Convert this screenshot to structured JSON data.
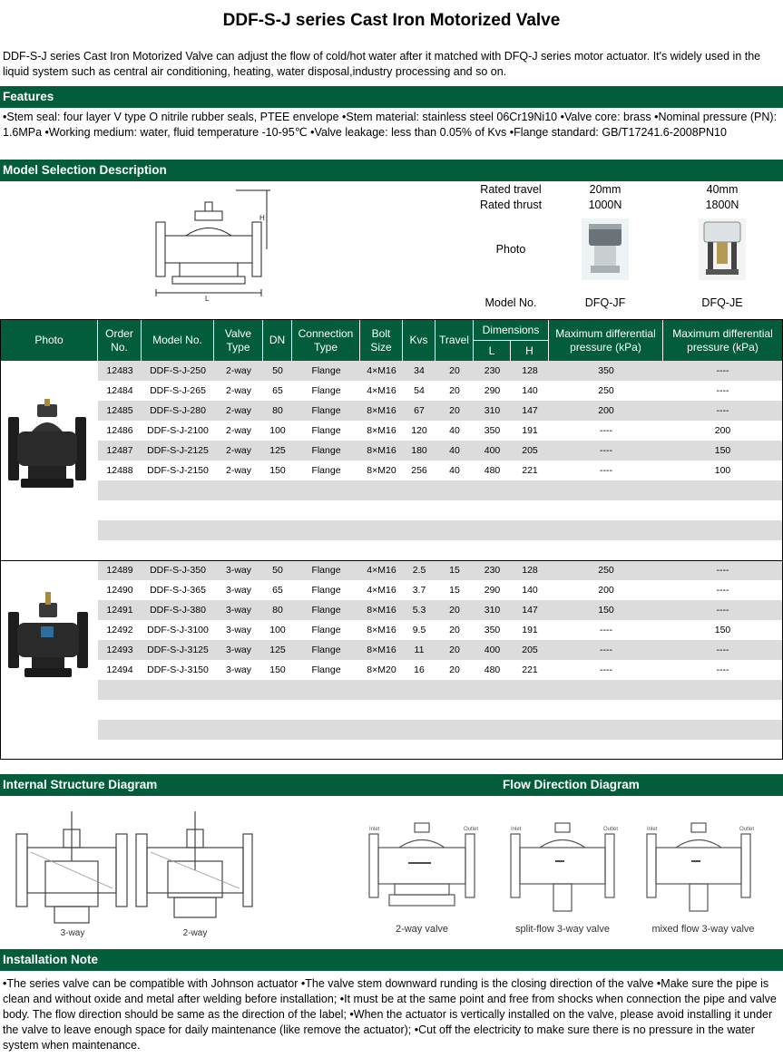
{
  "title": "DDF-S-J series Cast Iron Motorized Valve",
  "intro": "DDF-S-J series Cast Iron Motorized Valve can adjust the flow of cold/hot water after it matched with DFQ-J series motor actuator. It's widely used in the liquid system such as central air conditioning, heating, water disposal,industry processing and so on.",
  "sections": {
    "features": "Features",
    "model_selection": "Model Selection Description",
    "internal_structure": "Internal Structure Diagram",
    "flow_direction": "Flow Direction Diagram",
    "installation": "Installation Note"
  },
  "features_text": "•Stem seal: four layer V type O nitrile rubber seals, PTEE envelope  •Stem material: stainless steel 06Cr19Ni10  •Valve core: brass  •Nominal pressure (PN): 1.6MPa  •Working medium: water, fluid temperature -10-95℃  •Valve leakage: less than 0.05% of Kvs  •Flange standard: GB/T17241.6-2008PN10",
  "drawing_labels": {
    "length": "L",
    "height": "H"
  },
  "actuators": {
    "labels": {
      "travel": "Rated travel",
      "thrust": "Rated thrust",
      "photo": "Photo",
      "model": "Model No."
    },
    "items": [
      {
        "travel": "20mm",
        "thrust": "1000N",
        "model": "DFQ-JF"
      },
      {
        "travel": "40mm",
        "thrust": "1800N",
        "model": "DFQ-JE"
      }
    ]
  },
  "table": {
    "headers": {
      "photo": "Photo",
      "order": "Order No.",
      "model": "Model No.",
      "valve_type": "Valve Type",
      "dn": "DN",
      "connection": "Connection Type",
      "bolt": "Bolt Size",
      "kvs": "Kvs",
      "travel": "Travel",
      "dimensions": "Dimensions",
      "dim_l": "L",
      "dim_h": "H",
      "max_dp_1": "Maximum differential pressure (kPa)",
      "max_dp_2": "Maximum differential pressure (kPa)"
    },
    "group1": [
      [
        "12483",
        "DDF-S-J-250",
        "2-way",
        "50",
        "Flange",
        "4×M16",
        "34",
        "20",
        "230",
        "128",
        "350",
        "----"
      ],
      [
        "12484",
        "DDF-S-J-265",
        "2-way",
        "65",
        "Flange",
        "4×M16",
        "54",
        "20",
        "290",
        "140",
        "250",
        "----"
      ],
      [
        "12485",
        "DDF-S-J-280",
        "2-way",
        "80",
        "Flange",
        "8×M16",
        "67",
        "20",
        "310",
        "147",
        "200",
        "----"
      ],
      [
        "12486",
        "DDF-S-J-2100",
        "2-way",
        "100",
        "Flange",
        "8×M16",
        "120",
        "40",
        "350",
        "191",
        "----",
        "200"
      ],
      [
        "12487",
        "DDF-S-J-2125",
        "2-way",
        "125",
        "Flange",
        "8×M16",
        "180",
        "40",
        "400",
        "205",
        "----",
        "150"
      ],
      [
        "12488",
        "DDF-S-J-2150",
        "2-way",
        "150",
        "Flange",
        "8×M20",
        "256",
        "40",
        "480",
        "221",
        "----",
        "100"
      ]
    ],
    "group2": [
      [
        "12489",
        "DDF-S-J-350",
        "3-way",
        "50",
        "Flange",
        "4×M16",
        "2.5",
        "15",
        "230",
        "128",
        "250",
        "----"
      ],
      [
        "12490",
        "DDF-S-J-365",
        "3-way",
        "65",
        "Flange",
        "4×M16",
        "3.7",
        "15",
        "290",
        "140",
        "200",
        "----"
      ],
      [
        "12491",
        "DDF-S-J-380",
        "3-way",
        "80",
        "Flange",
        "8×M16",
        "5.3",
        "20",
        "310",
        "147",
        "150",
        "----"
      ],
      [
        "12492",
        "DDF-S-J-3100",
        "3-way",
        "100",
        "Flange",
        "8×M16",
        "9.5",
        "20",
        "350",
        "191",
        "----",
        "150"
      ],
      [
        "12493",
        "DDF-S-J-3125",
        "3-way",
        "125",
        "Flange",
        "8×M16",
        "11",
        "20",
        "400",
        "205",
        "----",
        "----"
      ],
      [
        "12494",
        "DDF-S-J-3150",
        "3-way",
        "150",
        "Flange",
        "8×M20",
        "16",
        "20",
        "480",
        "221",
        "----",
        "----"
      ]
    ]
  },
  "diagram_labels": {
    "three_way": "3-way",
    "two_way": "2-way",
    "two_way_valve": "2-way  valve",
    "split_flow": "split-flow 3-way valve",
    "mixed_flow": "mixed flow 3-way valve",
    "inlet": "Inlet",
    "outlet": "Outlet"
  },
  "installation_text": "•The series valve can be compatible with Johnson actuator  •The valve stem downward runding is the closing direction of the valve  •Make sure the pipe is clean and without oxide and metal after welding before installation;  •It must be at the same point and free from shocks when connection the pipe and valve body. The flow direction should be same as the direction of the label;  •When the actuator is vertically installed on the valve, please avoid installing it under the valve to leave enough space for daily maintenance (like remove the actuator);  •Cut off the electricity to make sure there is no pressure in the water system when maintenance.",
  "colors": {
    "header_green": "#035d3b",
    "row_shade": "#dcdcdc"
  }
}
